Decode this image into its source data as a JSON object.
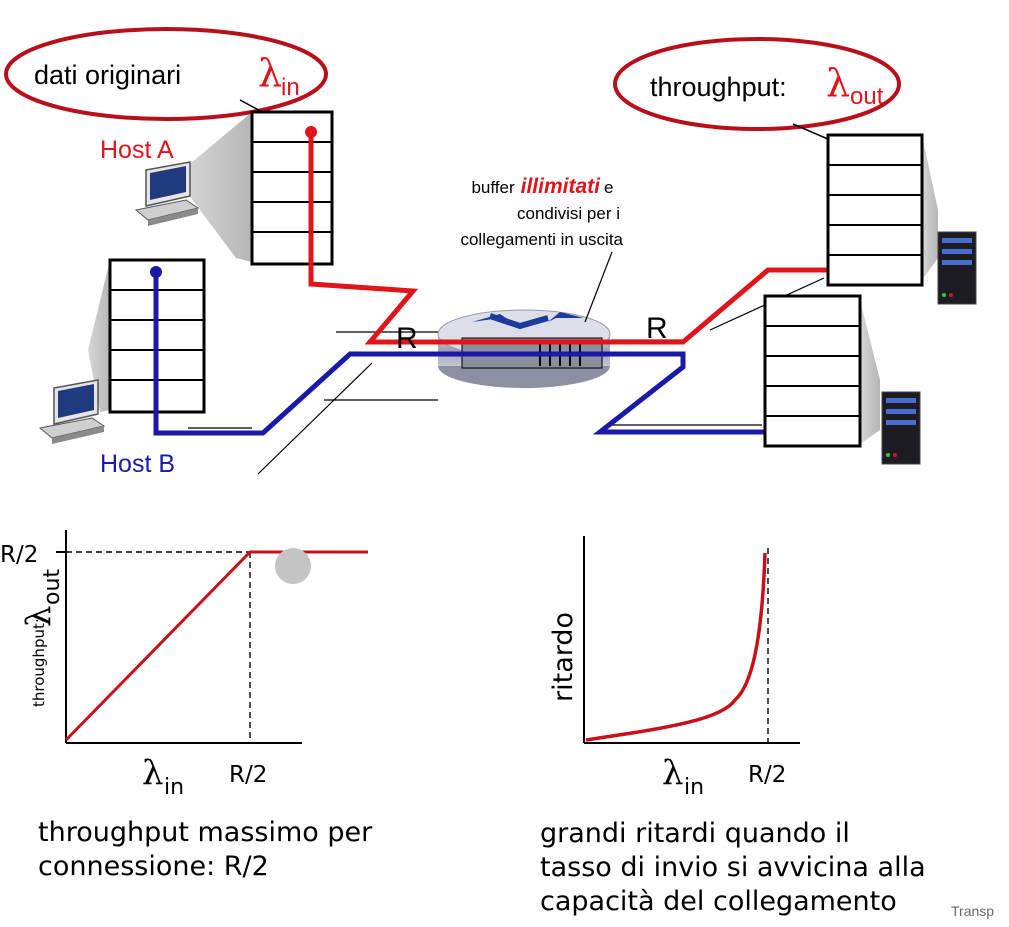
{
  "callouts": {
    "input": {
      "text": "dati originari",
      "symbol": "λ",
      "sub": "in"
    },
    "output": {
      "text": "throughput:",
      "symbol": "λ",
      "sub": "out"
    }
  },
  "hosts": {
    "a": "Host A",
    "b": "Host B"
  },
  "router_note": {
    "prefix": "buffer",
    "emphasis": "illimitati",
    "suffix": "e",
    "line2": "condivisi per i",
    "line3": "collegamenti in uscita"
  },
  "link_labels": {
    "left": "R",
    "right": "R"
  },
  "colors": {
    "host_a": "#e0141b",
    "host_b": "#1a1aa6",
    "ellipse": "#b8101a",
    "curve": "#c8101a"
  },
  "chart_throughput": {
    "type": "line",
    "ytick": "R/2",
    "xtick": "R/2",
    "xlabel_symbol": "λ",
    "xlabel_sub": "in",
    "ylabel_prefix": "throughput:",
    "ylabel_symbol": "λ",
    "ylabel_sub": "out",
    "caption_line1": "throughput massimo per",
    "caption_line2": "connessione: R/2"
  },
  "chart_delay": {
    "type": "line",
    "xtick": "R/2",
    "xlabel_symbol": "λ",
    "xlabel_sub": "in",
    "ylabel": "ritardo",
    "caption_line1": "grandi ritardi quando il",
    "caption_line2": "tasso di invio si avvicina alla",
    "caption_line3": "capacità del collegamento"
  },
  "chart_data": [
    {
      "type": "line",
      "xlabel": "λin",
      "ylabel": "throughput: λout",
      "x_ticks": [
        "R/2"
      ],
      "y_ticks": [
        "R/2"
      ],
      "series": [
        {
          "points": [
            [
              0,
              0
            ],
            [
              0.5,
              0.5
            ],
            [
              0.65,
              0.5
            ]
          ]
        }
      ],
      "reference_lines": [
        "x = R/2",
        "y = R/2"
      ]
    },
    {
      "type": "line",
      "xlabel": "λin",
      "ylabel": "ritardo",
      "x_ticks": [
        "R/2"
      ],
      "note": "delay rises steeply as λin approaches R/2",
      "reference_lines": [
        "x = R/2"
      ]
    }
  ],
  "footer": {
    "fragment": "Transp"
  }
}
